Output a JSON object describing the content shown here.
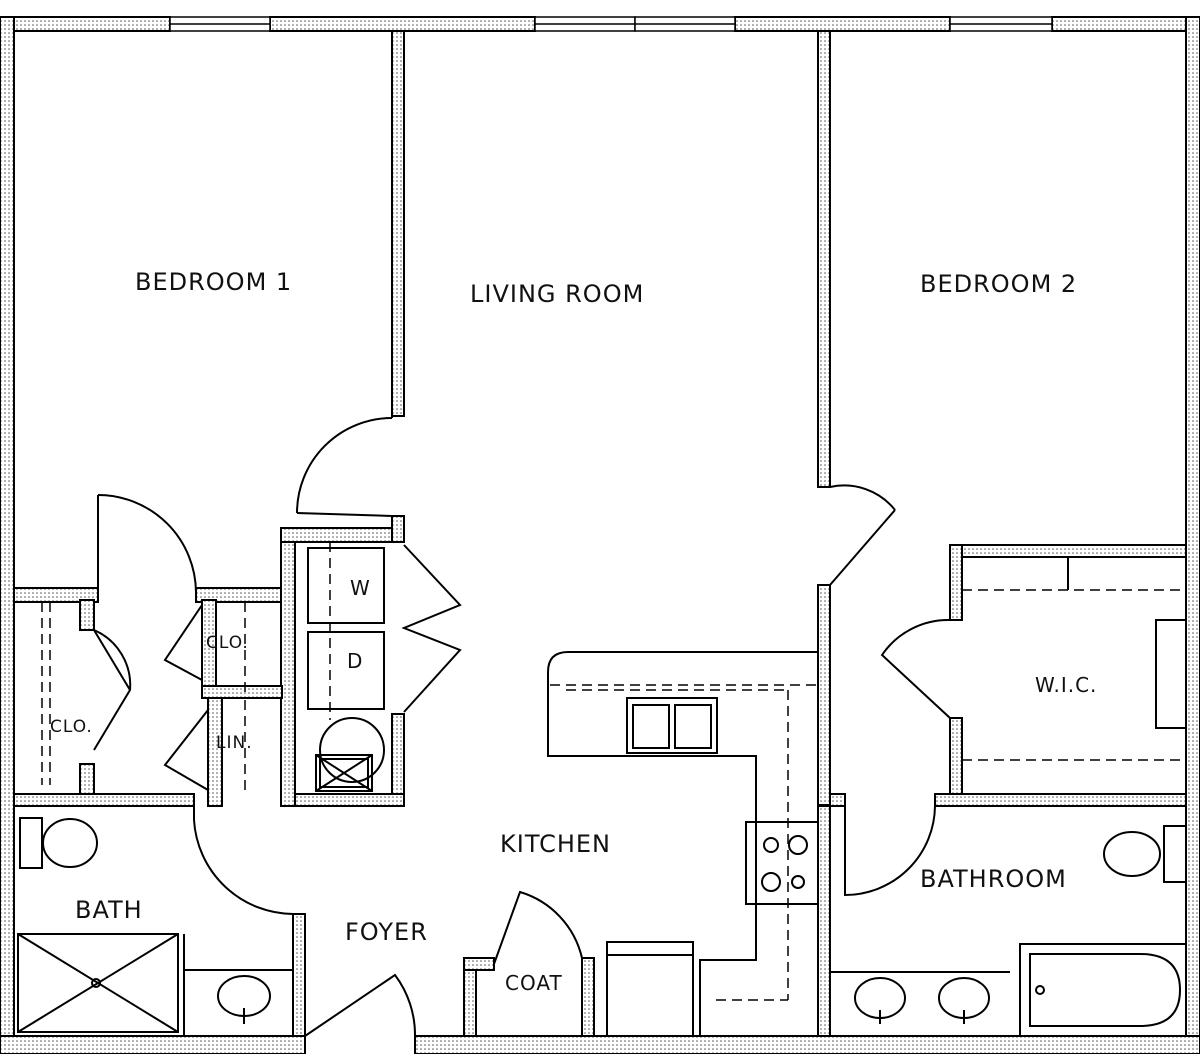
{
  "rooms": {
    "bedroom1": "BEDROOM 1",
    "living": "LIVING ROOM",
    "bedroom2": "BEDROOM 2",
    "washer": "W",
    "dryer": "D",
    "clo_small": "CLO.",
    "clo_left": "CLO.",
    "linen": "LIN.",
    "wic": "W.I.C.",
    "kitchen": "KITCHEN",
    "bath": "BATH",
    "foyer": "FOYER",
    "coat": "COAT",
    "bathroom": "BATHROOM"
  }
}
